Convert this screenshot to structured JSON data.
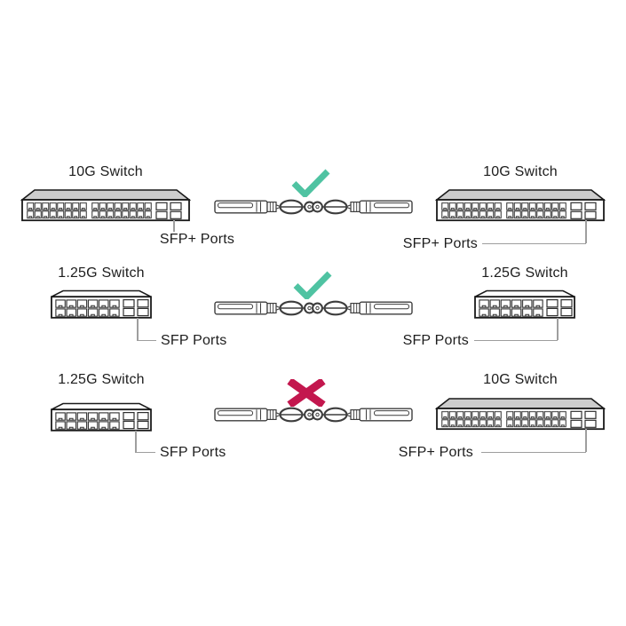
{
  "diagram": {
    "rows": [
      {
        "result": "compatible",
        "result_icon": "check-icon",
        "left": {
          "title": "10G Switch",
          "ports_label": "SFP+ Ports"
        },
        "right": {
          "title": "10G Switch",
          "ports_label": "SFP+ Ports"
        }
      },
      {
        "result": "compatible",
        "result_icon": "check-icon",
        "left": {
          "title": "1.25G Switch",
          "ports_label": "SFP Ports"
        },
        "right": {
          "title": "1.25G Switch",
          "ports_label": "SFP Ports"
        }
      },
      {
        "result": "incompatible",
        "result_icon": "cross-icon",
        "left": {
          "title": "1.25G Switch",
          "ports_label": "SFP Ports"
        },
        "right": {
          "title": "10G Switch",
          "ports_label": "SFP+ Ports"
        }
      }
    ]
  },
  "colors": {
    "check_green": "#4FC3A2",
    "cross_red": "#C3174E",
    "switch_top_gray": "#CDCDCD",
    "outline_dark": "#1A1A1A",
    "leader_gray": "#9E9E9E",
    "text_dark": "#1D1D1D"
  }
}
